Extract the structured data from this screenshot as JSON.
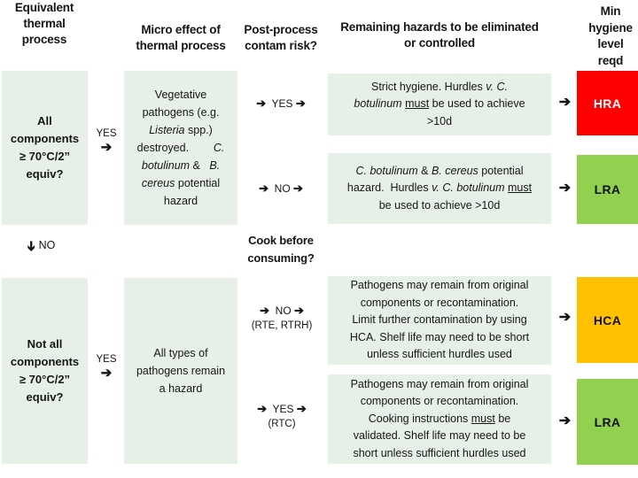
{
  "headers": {
    "equivalent_html": "Equivalent<br>thermal<br>process",
    "micro_html": "Micro effect of<br>thermal process",
    "postprocess_html": "Post-process<br>contam risk?",
    "remaining_html": "Remaining hazards to be eliminated<br>or controlled",
    "min_html": "Min<br>hygiene<br>level<br>reqd"
  },
  "flow": {
    "q1_html": "All<br>components<br>&#8805; 70&#176;C/2&#8221;<br>equiv?",
    "q1_yes": "YES",
    "q1_no": "NO",
    "arrow": "➔",
    "effect_q1_html": "Vegetative<br>pathogens (e.g.<br><i>Listeria</i> spp.)<br>destroyed.&nbsp;&nbsp;&nbsp;&nbsp;&nbsp;&nbsp;&nbsp;&nbsp;<i>C.</i><br><i>botulinum</i> &amp;&nbsp;&nbsp;&nbsp;<i>B.</i><br><i>cereus</i> potential<br>hazard",
    "contam_yes_html": "<span class=\"arr\">➔</span>&nbsp; YES&nbsp;<span class=\"arr\">➔</span>",
    "contam_no_html": "<span class=\"arr\">➔</span>&nbsp; NO&nbsp;<span class=\"arr\">➔</span>",
    "hazard_yes_html": "Strict hygiene. Hurdles <i>v. C.</i><br><i>botulinum</i> <u>must</u> be used to achieve<br>&gt;10d",
    "hazard_no_html": "<i>C. botulinum</i> &amp; <i>B. cereus</i> potential<br>hazard.&nbsp; Hurdles <i>v. C. botulinum</i> <u>must</u><br>be used to achieve &gt;10d",
    "level_row1": "HRA",
    "level_row2": "LRA",
    "cook_html": "Cook before<br>consuming?",
    "cook_no_html": "<span class=\"arr\">➔</span>&nbsp; NO&nbsp;<span class=\"arr\">➔</span>",
    "cook_no_sub": "(RTE, RTRH)",
    "cook_yes_html": "<span class=\"arr\">➔</span>&nbsp; YES&nbsp;<span class=\"arr\">➔</span>",
    "cook_yes_sub": "(RTC)",
    "q2_html": "Not all<br>components<br>&#8805; 70&#176;C/2&#8221;<br>equiv?",
    "q2_yes": "YES",
    "effect_q2_html": "All types of<br>pathogens remain<br>a hazard",
    "hazard_rte_html": "Pathogens may remain from original<br>components or recontamination.<br>Limit further contamination by using<br>HCA. Shelf life may need to be short<br>unless sufficient hurdles used",
    "hazard_rtc_html": "Pathogens may remain from original<br>components or recontamination.<br>Cooking instructions <u>must</u> be<br>validated. Shelf life may need to be<br>short unless sufficient hurdles used",
    "level_row3": "HCA",
    "level_row4": "LRA"
  },
  "colors": {
    "mint": "#E6F0E7",
    "hra_red": "#FF0000",
    "lra_green": "#92D050",
    "hca_amber": "#FFC000"
  }
}
